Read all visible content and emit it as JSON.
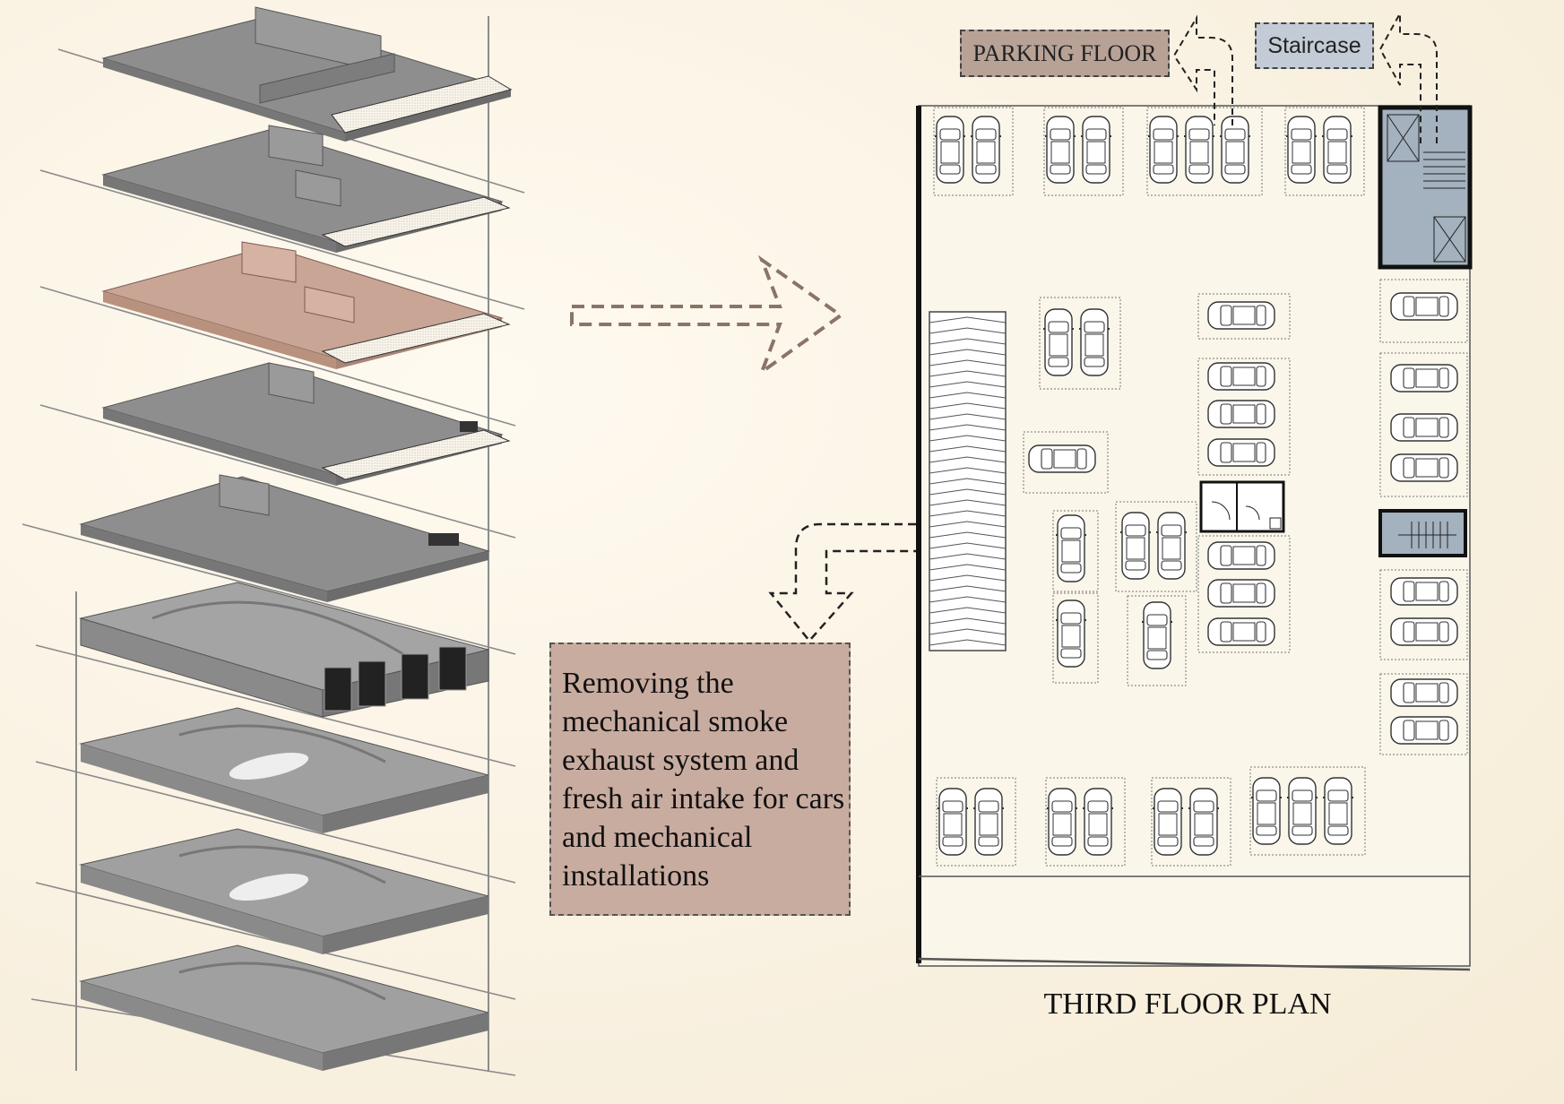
{
  "labels": {
    "parking_floor": "PARKING FLOOR",
    "staircase": "Staircase",
    "note": "Removing the mechanical smoke exhaust system and fresh air intake for cars and mechanical installations",
    "plan_title": "THIRD FLOOR PLAN"
  },
  "colors": {
    "background": "#fbf4e6",
    "highlight_floor": "#c9a595",
    "parking_tag": "#b8a296",
    "staircase_tag": "#c3ccd6",
    "note_box": "#c9aca0",
    "stair_core": "#a4b1bf",
    "slab_gray": "#8f8f8f"
  },
  "icons": [
    "dashed-arrow-right-icon",
    "dashed-arrow-up-left-icon",
    "dashed-arrow-down-icon",
    "car-icon",
    "ramp-icon",
    "stair-icon"
  ]
}
